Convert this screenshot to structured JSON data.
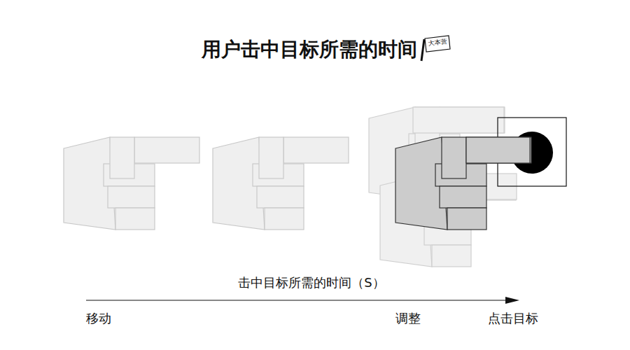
{
  "diagram": {
    "title": "用户击中目标所需的时间",
    "labels": [
      "大本营",
      "击中目标所需的时间（S）",
      "移动",
      "调整",
      "点击目标"
    ]
  }
}
